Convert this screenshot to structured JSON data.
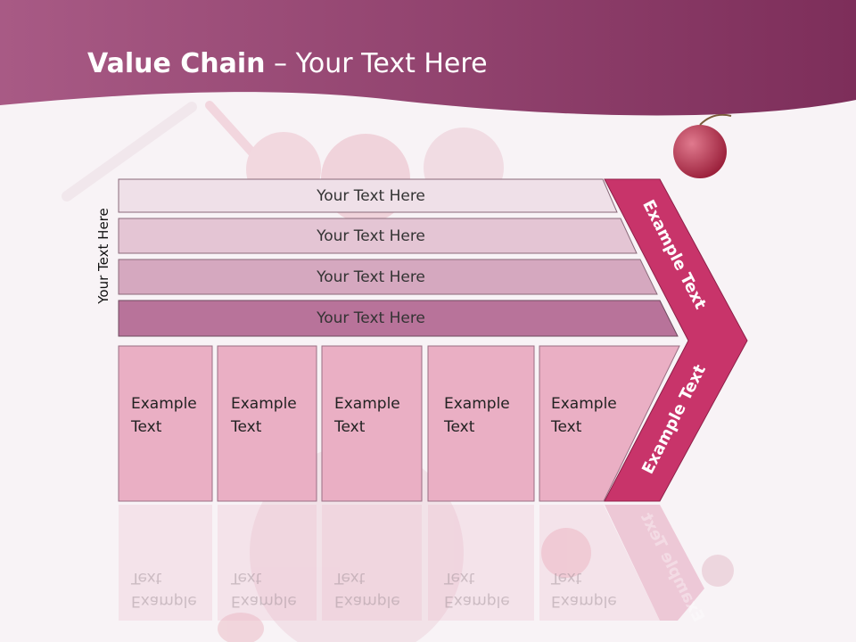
{
  "slide": {
    "title_bold": "Value Chain",
    "title_rest": " – Your Text Here",
    "side_label": "Your Text Here"
  },
  "support_rows": [
    {
      "label": "Your Text Here",
      "color": "#efe0e8"
    },
    {
      "label": "Your Text Here",
      "color": "#e4c5d4"
    },
    {
      "label": "Your Text Here",
      "color": "#d5a8bf"
    },
    {
      "label": "Your Text Here",
      "color": "#b8739a"
    }
  ],
  "primary_columns": [
    {
      "line1": "Example",
      "line2": "Text"
    },
    {
      "line1": "Example",
      "line2": "Text"
    },
    {
      "line1": "Example",
      "line2": "Text"
    },
    {
      "line1": "Example",
      "line2": "Text"
    },
    {
      "line1": "Example",
      "line2": "Text"
    }
  ],
  "margin_arrow": {
    "upper_label": "Example Text",
    "lower_label": "Example Text",
    "color": "#c8346a"
  },
  "colors": {
    "header": "#8e3d6a",
    "column_fill": "#eaafc4",
    "background": "#f8f3f6"
  }
}
